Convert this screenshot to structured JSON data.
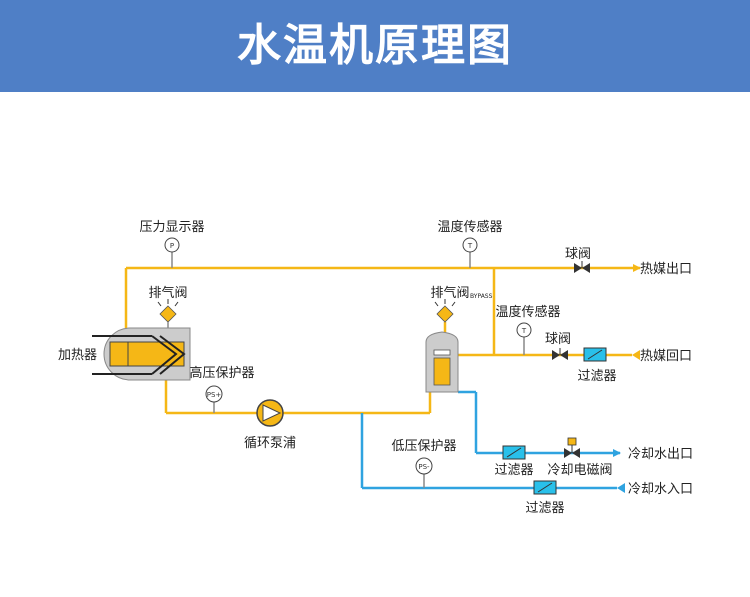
{
  "title": "水温机原理图",
  "labels": {
    "pressure_display": "压力显示器",
    "temp_sensor_top": "温度传感器",
    "ball_valve_top": "球阀",
    "hot_media_out": "热媒出口",
    "vent_left": "排气阀",
    "vent_right": "排气阀",
    "bypass": "BYPASS",
    "temp_sensor_right": "温度传感器",
    "ball_valve_right": "球阀",
    "hot_media_return": "热媒回口",
    "filter_return": "过滤器",
    "heater": "加热器",
    "high_pressure": "高压保护器",
    "pump": "循环泵浦",
    "low_pressure": "低压保护器",
    "filter_cool_out": "过滤器",
    "solenoid": "冷却电磁阀",
    "cool_out": "冷却水出口",
    "cool_in": "冷却水入口",
    "filter_cool_in": "过滤器"
  },
  "gauge_marks": {
    "pressure": "P",
    "temp_top": "T",
    "temp_right": "T",
    "high_pressure": "PS+",
    "low_pressure": "PS-"
  },
  "colors": {
    "banner": "#4f7fc6",
    "hot_pipe": "#f5b716",
    "cool_pipe": "#2fa3e0",
    "device": "#cccccc",
    "filter": "#29c0ea",
    "pump": "#f5b716"
  }
}
